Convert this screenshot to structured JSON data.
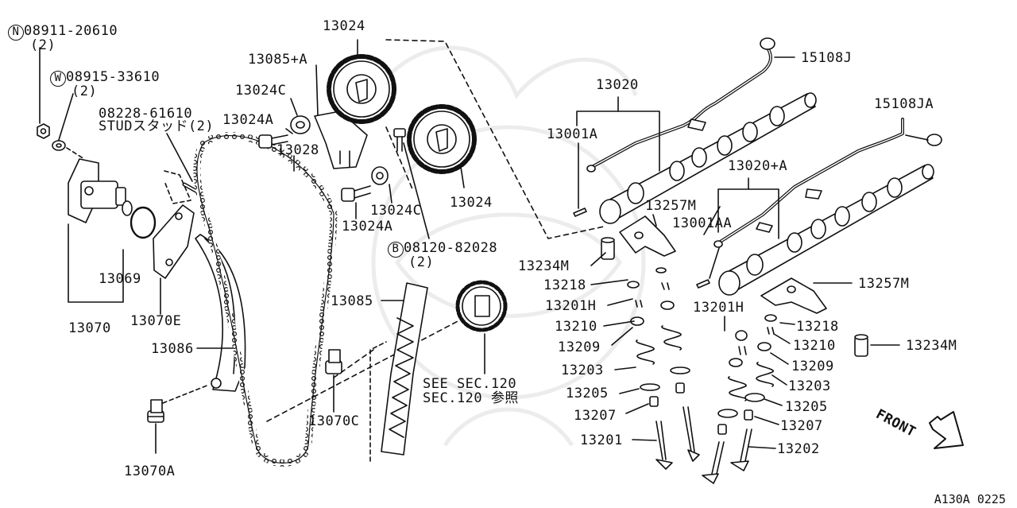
{
  "diagram": {
    "diagram_code": "A130A 0225",
    "labels": {
      "nut_part": "08911-20610",
      "nut_prefix": "N",
      "nut_qty": "(2)",
      "washer_part": "08915-33610",
      "washer_prefix": "W",
      "washer_qty": "(2)",
      "stud_part": "08228-61610",
      "stud_text": "STUDスタッド(2)",
      "bolt_part": "08120-82028",
      "bolt_prefix": "B",
      "bolt_qty": "(2)",
      "p13024_top": "13024",
      "p13024_right": "13024",
      "p13085a": "13085+A",
      "p13024c_top": "13024C",
      "p13024a_top": "13024A",
      "p13028": "13028",
      "p13024c_mid": "13024C",
      "p13024a_mid": "13024A",
      "p13069": "13069",
      "p13070": "13070",
      "p13070e": "13070E",
      "p13086": "13086",
      "p13085": "13085",
      "p13070c": "13070C",
      "p13070a": "13070A",
      "see_sec_1": "SEE SEC.120",
      "see_sec_2": "SEC.120 参照",
      "p13020": "13020",
      "p13001a": "13001A",
      "p15108j": "15108J",
      "p15108ja": "15108JA",
      "p13020a": "13020+A",
      "p13257m_left": "13257M",
      "p13001aa": "13001AA",
      "p13234m_left": "13234M",
      "p13218_left": "13218",
      "p13201h_left": "13201H",
      "p13210_left": "13210",
      "p13209_left": "13209",
      "p13203_left": "13203",
      "p13205_left": "13205",
      "p13207_left": "13207",
      "p13201": "13201",
      "p13257m_right": "13257M",
      "p13201h_right": "13201H",
      "p13218_right": "13218",
      "p13210_right": "13210",
      "p13234m_right": "13234M",
      "p13209_right": "13209",
      "p13203_right": "13203",
      "p13205_right": "13205",
      "p13207_right": "13207",
      "p13202": "13202",
      "front": "FRONT"
    }
  }
}
